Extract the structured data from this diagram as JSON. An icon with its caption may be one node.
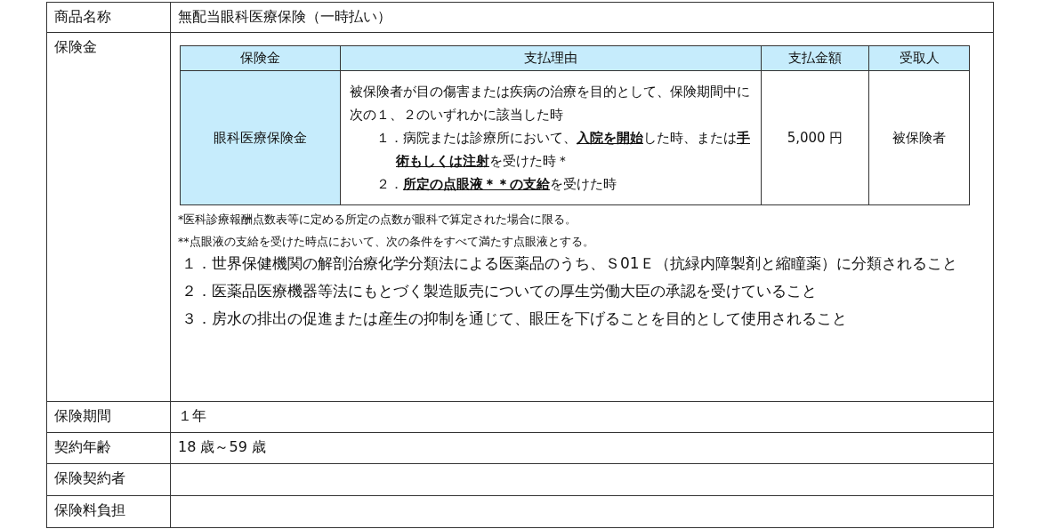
{
  "diagram": {
    "labels": [
      "商品名称",
      "無配当眼科医療保険（一時払い）",
      "保険金",
      "保険金",
      "支払理由",
      "支払金額",
      "受取人",
      "眼科医療保険金",
      "被保険者が目の傷害または疾病の治療を目的として、保険期間中に次の１、２のいずれかに該当した時",
      "１．病院または診療所において、**入院を開始**した時、または**手術もしくは注射**を受けた時＊",
      "２．**所定の点眼液＊＊の支給**を受けた時",
      "5,000 円",
      "被保険者",
      "*医科診療報酬点数表等に定める所定の点数が眼科で算定された場合に限る。",
      "**点眼液の支給を受けた時点において、次の条件をすべて満たす点眼液とする。",
      "１．世界保健機関の解剖治療化学分類法による医薬品のうち、Ｓ01Ｅ（抗緑内障製剤と縮瞳薬）に分類されること",
      "２．医薬品医療機器等法にもとづく製造販売についての厚生労働大臣の承認を受けていること",
      "３．房水の排出の促進または産生の抑制を通じて、眼圧を下げることを目的として使用されること",
      "保険期間",
      "１年",
      "契約年齢",
      "18 歳～59 歳",
      "保険契約者",
      "保険料負担"
    ]
  }
}
